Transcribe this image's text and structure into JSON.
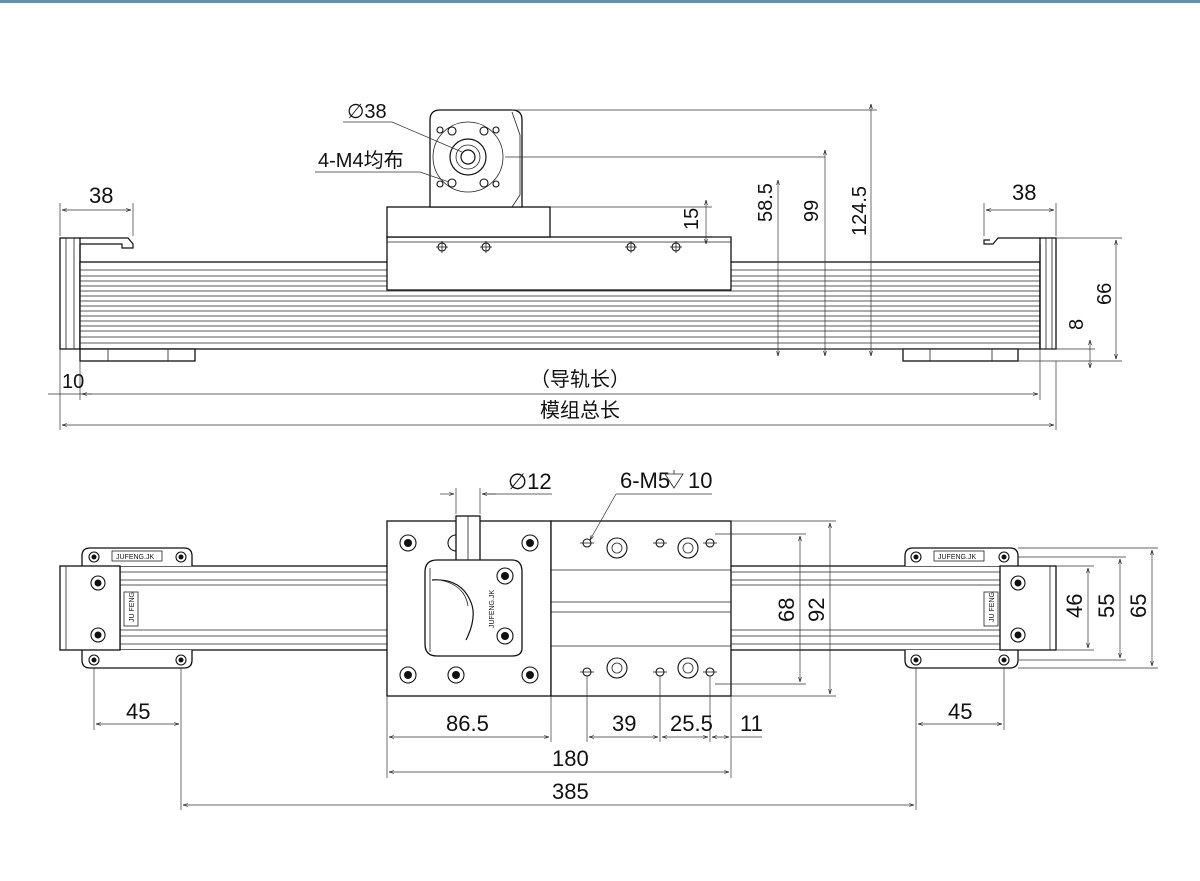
{
  "side_view": {
    "dims": {
      "motor_flange_diameter": "∅38",
      "motor_holes": "4-M4均布",
      "left_end_width": "38",
      "right_end_width": "38",
      "slider_thickness": "15",
      "height_58_5": "58.5",
      "height_99": "99",
      "height_124_5": "124.5",
      "end_height_66": "66",
      "end_offset_8": "8",
      "left_offset_10": "10",
      "rail_length": "（导轨长）",
      "module_total_length": "模组总长"
    }
  },
  "top_view": {
    "dims": {
      "knob_diameter": "∅12",
      "slider_holes": "6-M5",
      "slider_hole_depth": "10",
      "width_68": "68",
      "width_92": "92",
      "end_46": "46",
      "end_55": "55",
      "end_65": "65",
      "left_foot_45": "45",
      "right_foot_45": "45",
      "dim_86_5": "86.5",
      "dim_39": "39",
      "dim_25_5": "25.5",
      "dim_11": "11",
      "dim_180": "180",
      "dim_385": "385"
    },
    "stamps": {
      "brand": "JUFENG.JK",
      "brand_short": "JU FENG"
    }
  }
}
